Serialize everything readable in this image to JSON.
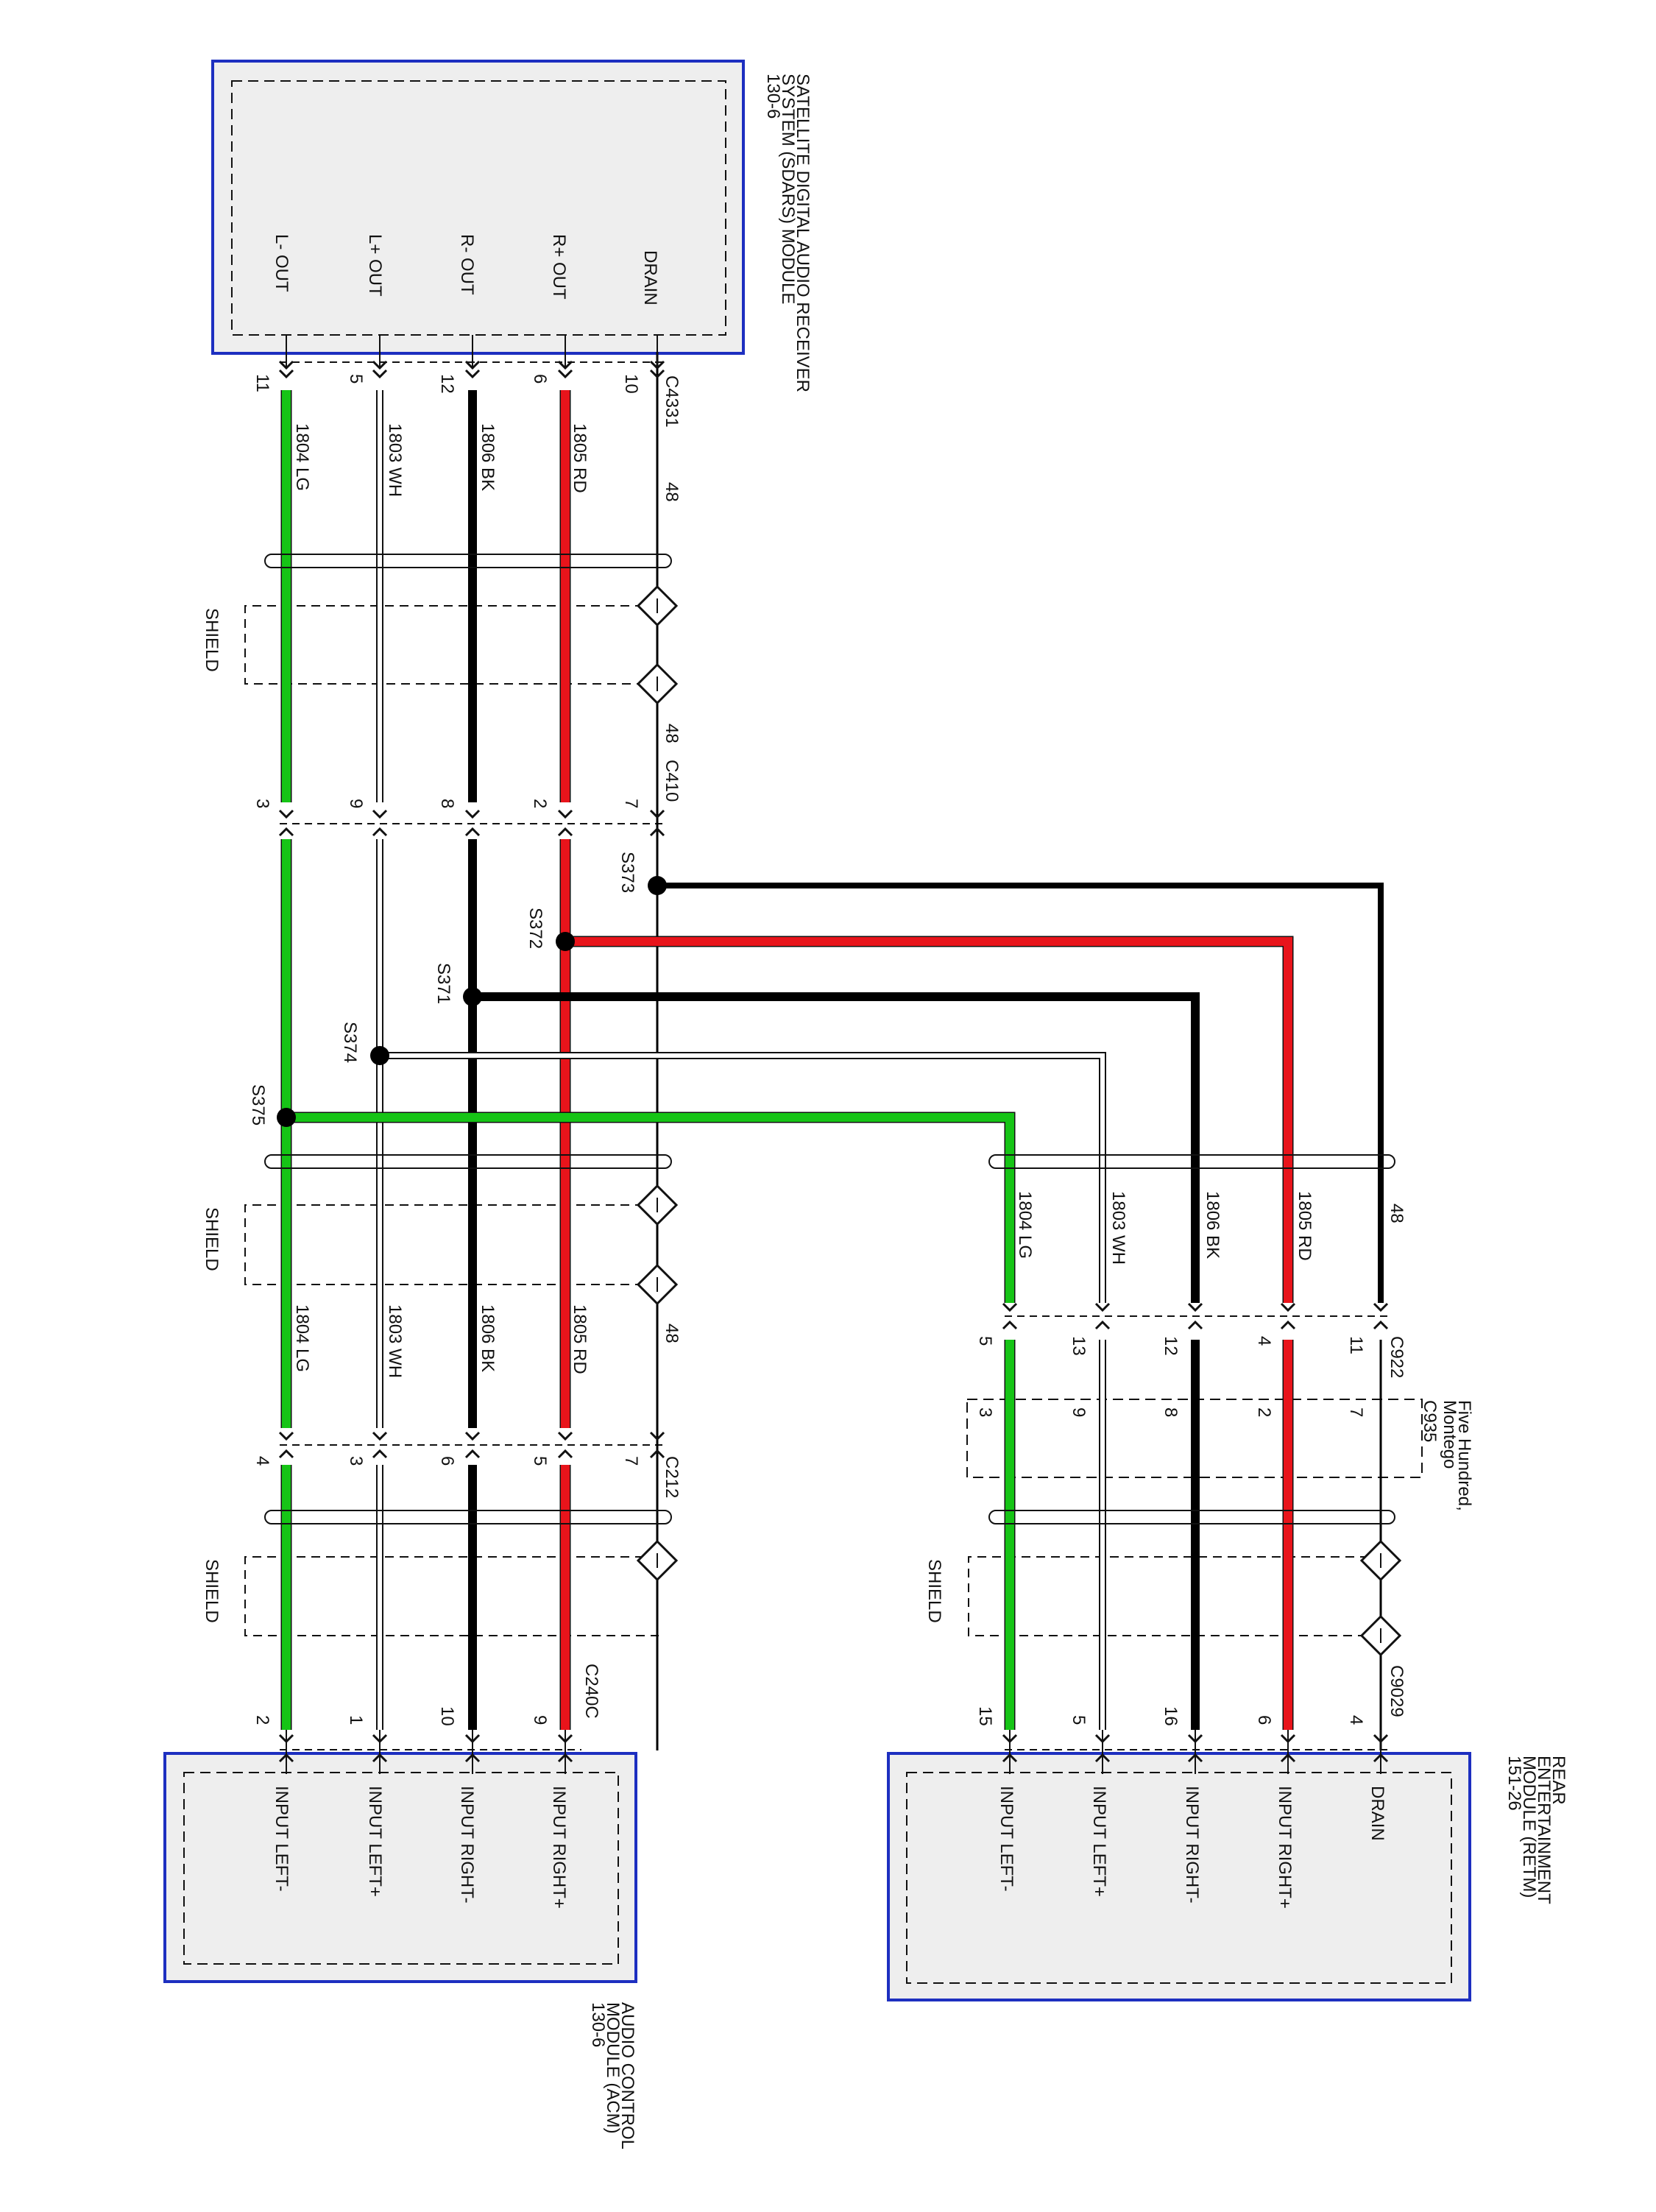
{
  "modules": {
    "sdars": {
      "title": [
        "SATELLITE DIGITAL AUDIO RECEIVER",
        "SYSTEM (SDARS) MODULE",
        "130-6"
      ],
      "pins": [
        "DRAIN",
        "R+ OUT",
        "R- OUT",
        "L+ OUT",
        "L- OUT"
      ]
    },
    "acm": {
      "title": [
        "AUDIO CONTROL",
        "MODULE (ACM)",
        "130-6"
      ],
      "pins": [
        "INPUT RIGHT+",
        "INPUT RIGHT-",
        "INPUT LEFT+",
        "INPUT LEFT-"
      ]
    },
    "retm": {
      "title": [
        "REAR",
        "ENTERTAINMENT",
        "MODULE (RETM)",
        "151-26"
      ],
      "pins": [
        "DRAIN",
        "INPUT RIGHT+",
        "INPUT RIGHT-",
        "INPUT LEFT+",
        "INPUT LEFT-"
      ]
    }
  },
  "connectors": {
    "c4331": {
      "name": "C4331",
      "pins": [
        "10",
        "6",
        "12",
        "5",
        "11"
      ]
    },
    "c410": {
      "name": "C410",
      "pins": [
        "7",
        "2",
        "8",
        "9",
        "3"
      ]
    },
    "c212": {
      "name": "C212",
      "pins": [
        "7",
        "5",
        "6",
        "3",
        "4"
      ]
    },
    "c240c": {
      "name": "C240C",
      "pins": [
        "9",
        "10",
        "1",
        "2"
      ]
    },
    "c922": {
      "name": "C922",
      "pins": [
        "11",
        "4",
        "12",
        "13",
        "5"
      ]
    },
    "c935": {
      "name": "C935",
      "pins": [
        "7",
        "2",
        "8",
        "9",
        "3"
      ],
      "note": [
        "Five Hundred,",
        "Montego"
      ]
    },
    "c9029": {
      "name": "C9029",
      "pins": [
        "4",
        "6",
        "16",
        "5",
        "15"
      ]
    }
  },
  "circuits": {
    "drain": "48",
    "rplus": "1805 RD",
    "rminus": "1806 BK",
    "lplus": "1803 WH",
    "lminus": "1804 LG"
  },
  "splices": [
    "S373",
    "S372",
    "S371",
    "S374",
    "S375"
  ],
  "shield_label": "SHIELD",
  "colors": {
    "RD": "#e8141b",
    "BK": "#000000",
    "WH": "#ffffff",
    "LG": "#16c416",
    "module_border": "#1d2fc0",
    "module_fill": "#eeeeee"
  }
}
